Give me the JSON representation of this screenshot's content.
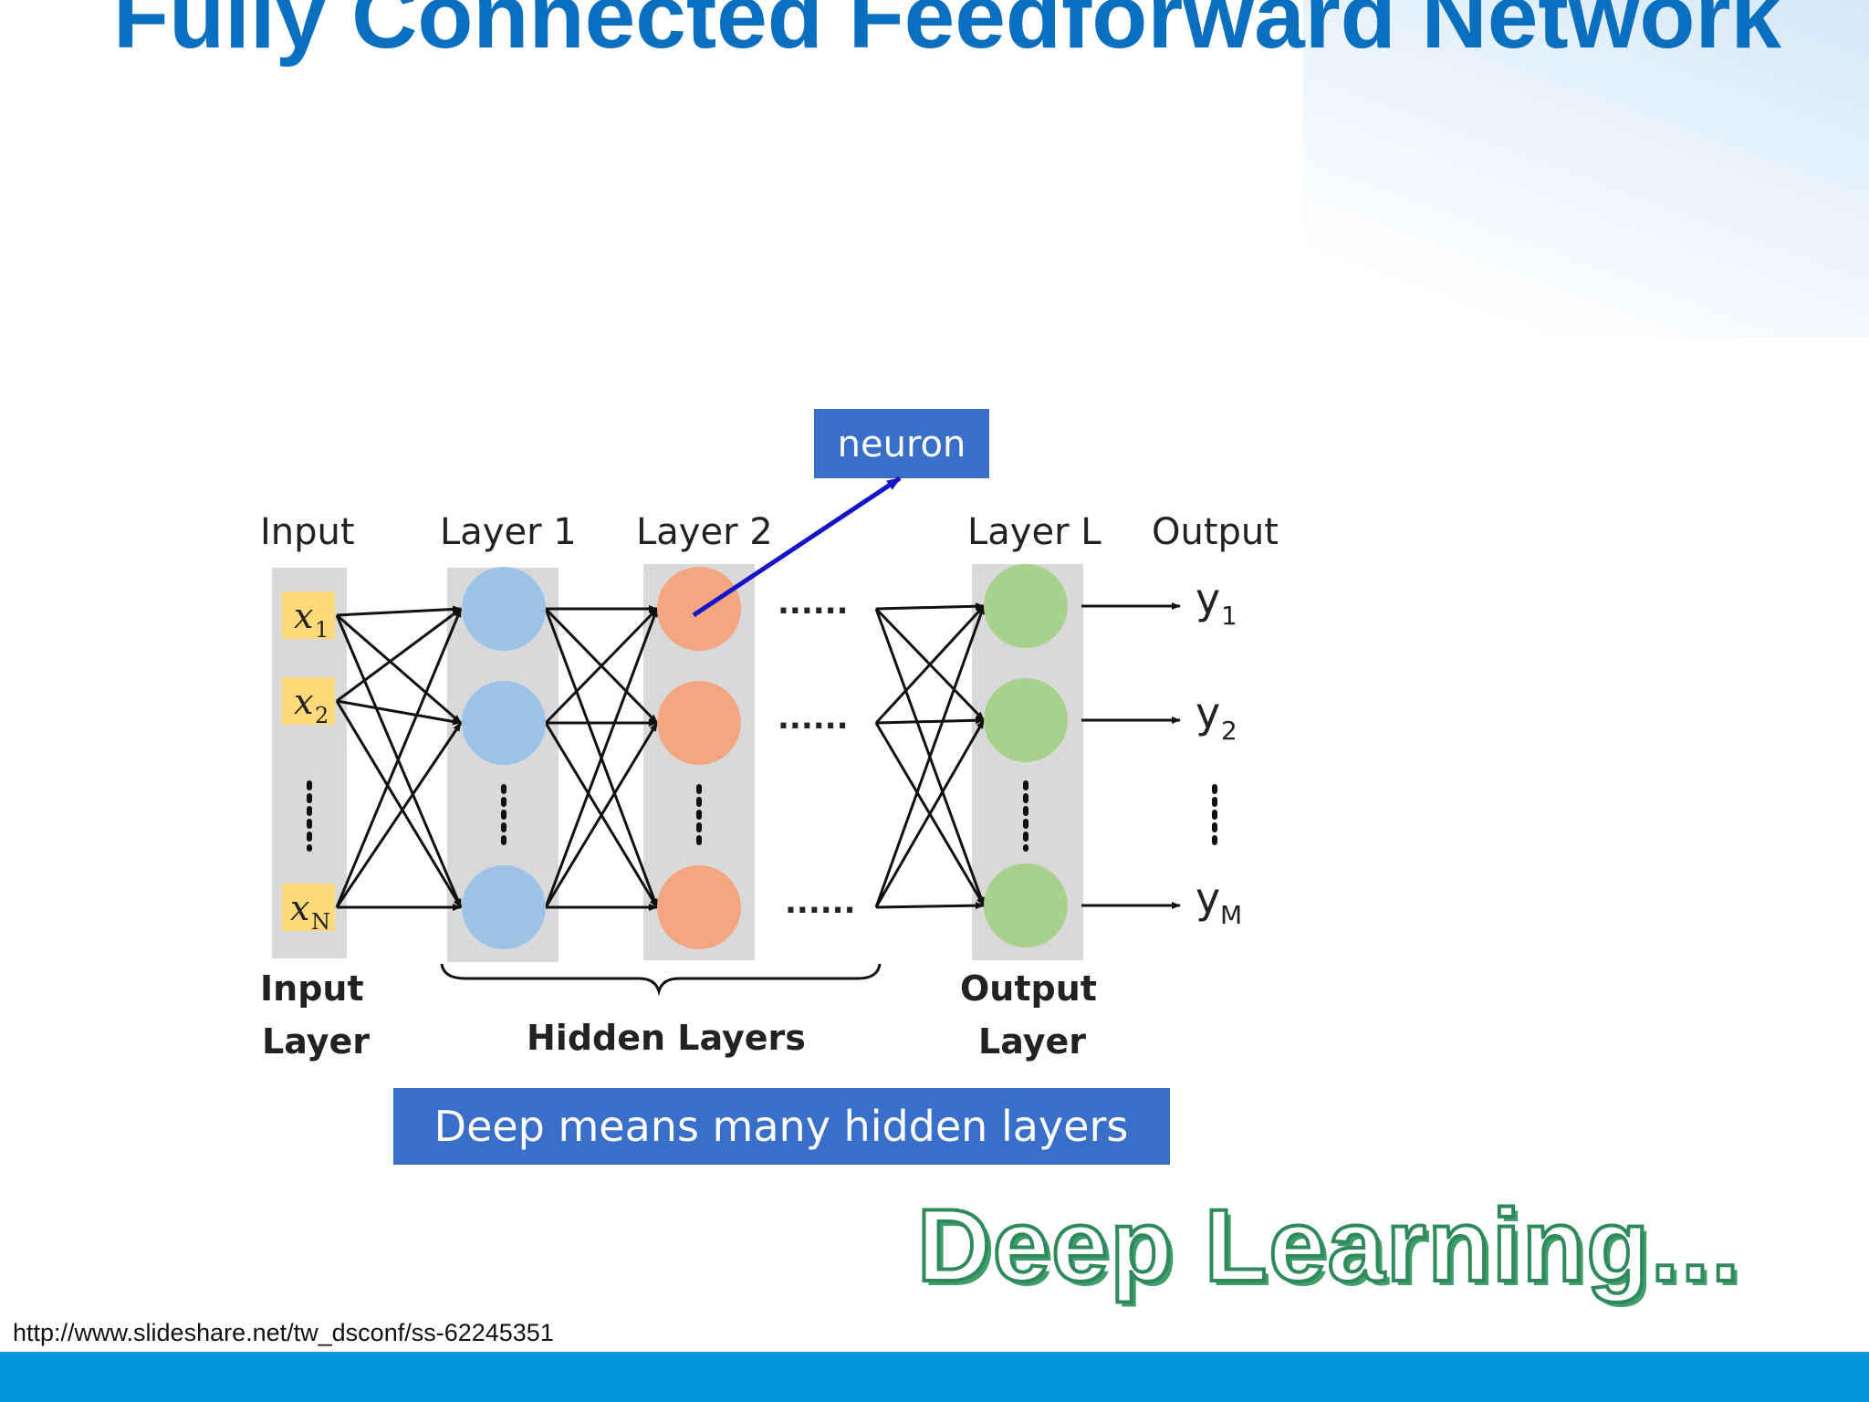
{
  "slide": {
    "title": "Fully Connected Feedforward Network",
    "watermark": "Deep Learning...",
    "source_url": "http://www.slideshare.net/tw_dsconf/ss-62245351"
  },
  "diagram": {
    "neuron_label": "neuron",
    "column_headers": {
      "input": "Input",
      "layer1": "Layer 1",
      "layer2": "Layer 2",
      "layerL": "Layer L",
      "output": "Output"
    },
    "inputs": [
      {
        "var": "x",
        "sub": "1"
      },
      {
        "var": "x",
        "sub": "2"
      },
      {
        "var": "x",
        "sub": "N"
      }
    ],
    "outputs": [
      {
        "var": "y",
        "sub": "1"
      },
      {
        "var": "y",
        "sub": "2"
      },
      {
        "var": "y",
        "sub": "M"
      }
    ],
    "ellipsis_h": "......",
    "bottom_labels": {
      "input_layer_line1": "Input",
      "input_layer_line2": "Layer",
      "hidden_layers": "Hidden Layers",
      "output_layer_line1": "Output",
      "output_layer_line2": "Layer"
    },
    "caption": "Deep means many hidden layers",
    "colors": {
      "layer1_node": "#9dc3e6",
      "layer2_node": "#f4a582",
      "layerL_node": "#a9d18e",
      "input_box": "#ffd97a",
      "column_bg": "#d9d9d9",
      "label_box": "#3a6fc9",
      "neuron_arrow": "#1414c8"
    }
  }
}
